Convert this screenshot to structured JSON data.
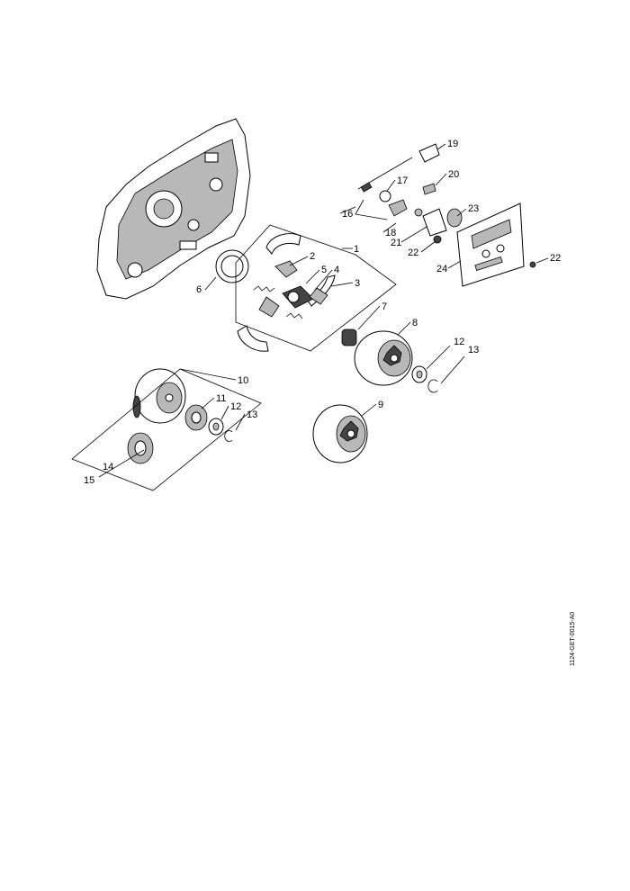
{
  "callouts": {
    "c1": "1",
    "c2": "2",
    "c3": "3",
    "c4": "4",
    "c5": "5",
    "c6": "6",
    "c7": "7",
    "c8": "8",
    "c9": "9",
    "c10": "10",
    "c11": "11",
    "c12a": "12",
    "c12b": "12",
    "c13a": "13",
    "c13b": "13",
    "c14": "14",
    "c15": "15",
    "c16": "16",
    "c17": "17",
    "c18": "18",
    "c19": "19",
    "c20": "20",
    "c21": "21",
    "c22a": "22",
    "c22b": "22",
    "c23": "23",
    "c24": "24"
  },
  "reference_code": "1124-GET-0015-A0"
}
